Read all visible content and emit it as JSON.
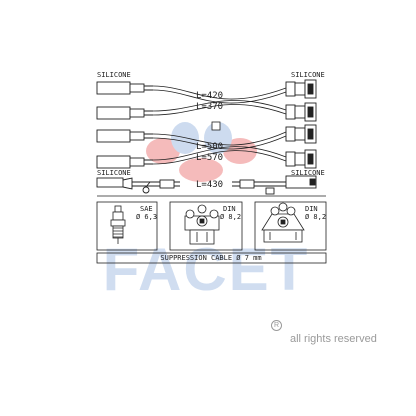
{
  "labels": {
    "silicone_top_left": "SILICONE",
    "silicone_top_right": "SILICONE",
    "silicone_bottom_left": "SILICONE",
    "silicone_bottom_right": "SILICONE",
    "length_1": "L=420",
    "length_2": "L=370",
    "length_3": "L=500",
    "length_4": "L=570",
    "length_5": "L=430",
    "sae": "SAE",
    "sae_size": "Ø 6,3",
    "din_1": "DIN",
    "din_1_size": "Ø 8,2",
    "din_2": "DIN",
    "din_2_size": "Ø 8,2",
    "suppression_cable": "SUPPRESSION CABLE  Ø  7  mm"
  },
  "watermark": {
    "brand": "FACET",
    "colors": {
      "petal_1": "#f4b4b4",
      "petal_2": "#c8d8ee",
      "text": "#c8d8ee"
    }
  },
  "footer": {
    "registered_mark": "R",
    "rights": "all rights reserved"
  },
  "colors": {
    "line": "#222222",
    "watermark_red": "#f4b4b4",
    "watermark_blue": "#c8d8ee"
  }
}
